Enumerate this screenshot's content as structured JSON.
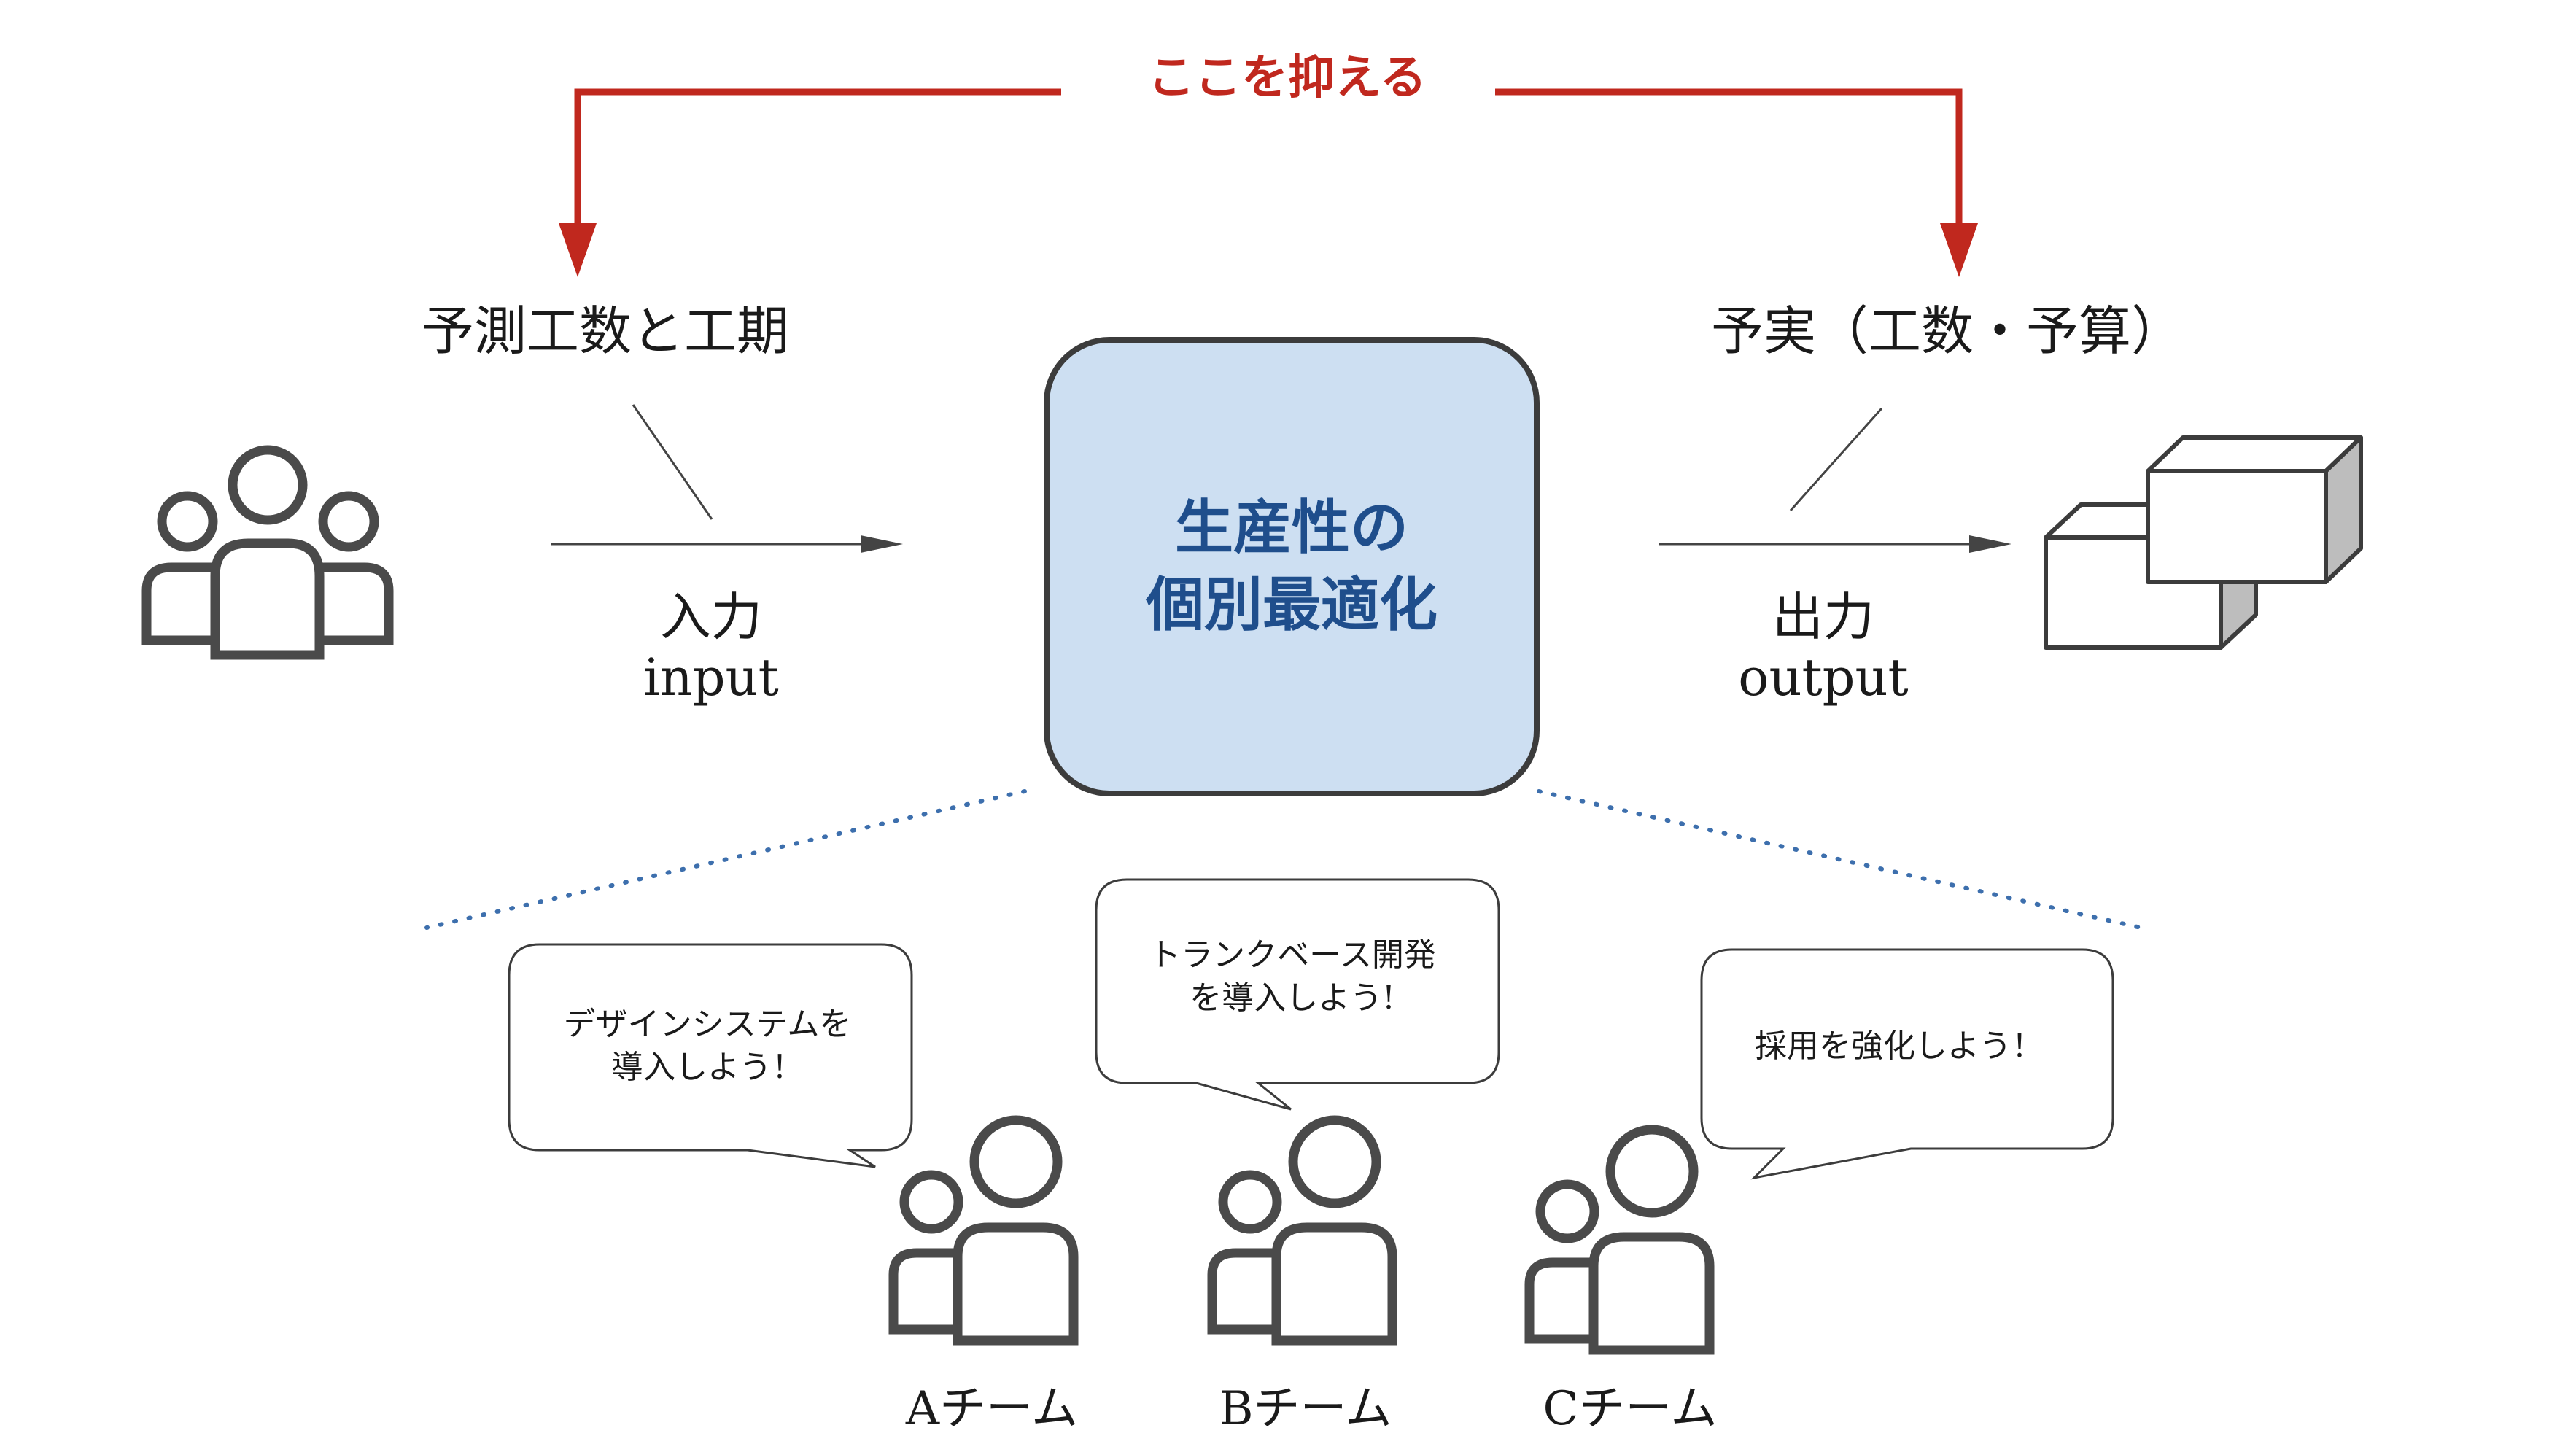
{
  "highlight_label": "ここを抑える",
  "input": {
    "title": "予測工数と工期",
    "caption_jp": "入力",
    "caption_en": "input"
  },
  "center": {
    "line1": "生産性の",
    "line2": "個別最適化"
  },
  "output": {
    "title": "予実（工数・予算）",
    "caption_jp": "出力",
    "caption_en": "output"
  },
  "teams": [
    {
      "name": "Aチーム",
      "speech_line1": "デザインシステムを",
      "speech_line2": "導入しよう！"
    },
    {
      "name": "Bチーム",
      "speech_line1": "トランクベース開発",
      "speech_line2": "を導入しよう!"
    },
    {
      "name": "Cチーム",
      "speech_line1": "採用を強化しよう！",
      "speech_line2": ""
    }
  ],
  "colors": {
    "highlight": "#c0281e",
    "center_fill": "#cddff2",
    "center_text": "#1f4e8c",
    "outline": "#3c3c3c",
    "dotted_line": "#3d6fad"
  }
}
